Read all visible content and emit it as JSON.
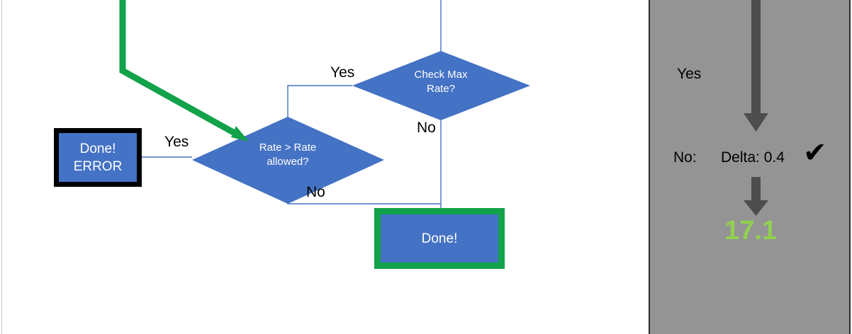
{
  "flowchart": {
    "nodes": [
      {
        "id": "error-box",
        "kind": "process",
        "label": "Done!\nERROR"
      },
      {
        "id": "rate-diamond",
        "kind": "decision",
        "label": "Rate > Rate\nallowed?"
      },
      {
        "id": "maxrate-diamond",
        "kind": "decision",
        "label": "Check Max\nRate?"
      },
      {
        "id": "done-box",
        "kind": "process",
        "label": "Done!"
      }
    ],
    "edge_labels": {
      "maxrate_yes": "Yes",
      "maxrate_no": "No",
      "rate_yes": "Yes",
      "rate_no": "No"
    },
    "colors": {
      "shape_fill": "#4472C4",
      "connector": "#4472C4",
      "error_border": "#000000",
      "done_border": "#12A249",
      "highlight_arrow": "#12A249"
    }
  },
  "panel": {
    "background": "#949494",
    "yes_label": "Yes",
    "no_label": "No:",
    "delta_label": "Delta: 0.4",
    "check_glyph": "✔",
    "result_value": "17.1",
    "result_color": "#92D050",
    "arrow_color": "#4D4D4D"
  }
}
